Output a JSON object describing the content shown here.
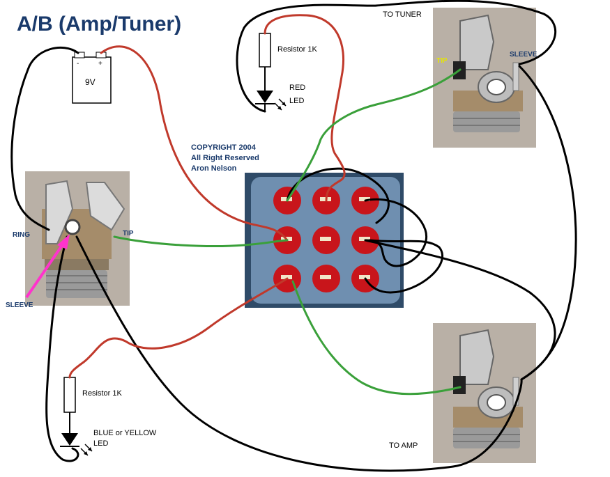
{
  "title": "A/B (Amp/Tuner)",
  "copyright": {
    "line1": "COPYRIGHT 2004",
    "line2": "All Right Reserved",
    "line3": "Aron Nelson"
  },
  "battery": {
    "minus": "-",
    "plus": "+",
    "voltage": "9V"
  },
  "top_resistor": {
    "label": "Resistor 1K"
  },
  "top_led": {
    "label_line1": "RED",
    "label_line2": "LED"
  },
  "bottom_resistor": {
    "label": "Resistor 1K"
  },
  "bottom_led": {
    "label_line1": "BLUE or YELLOW",
    "label_line2": "LED"
  },
  "input_jack": {
    "ring": "RING",
    "tip": "TIP",
    "sleeve": "SLEEVE"
  },
  "tuner_jack": {
    "label": "TO TUNER",
    "tip": "TIP",
    "sleeve": "SLEEVE"
  },
  "amp_jack": {
    "label": "TO AMP"
  },
  "colors": {
    "wire_red": "#c0392b",
    "wire_green": "#3aa03a",
    "wire_black": "#000000",
    "title_blue": "#1a3a6b",
    "sleeve_arrow": "#ff33cc",
    "tip_yellow": "#e6e600",
    "switch_body": "#6f8fb0",
    "switch_lug": "#c8151b"
  }
}
